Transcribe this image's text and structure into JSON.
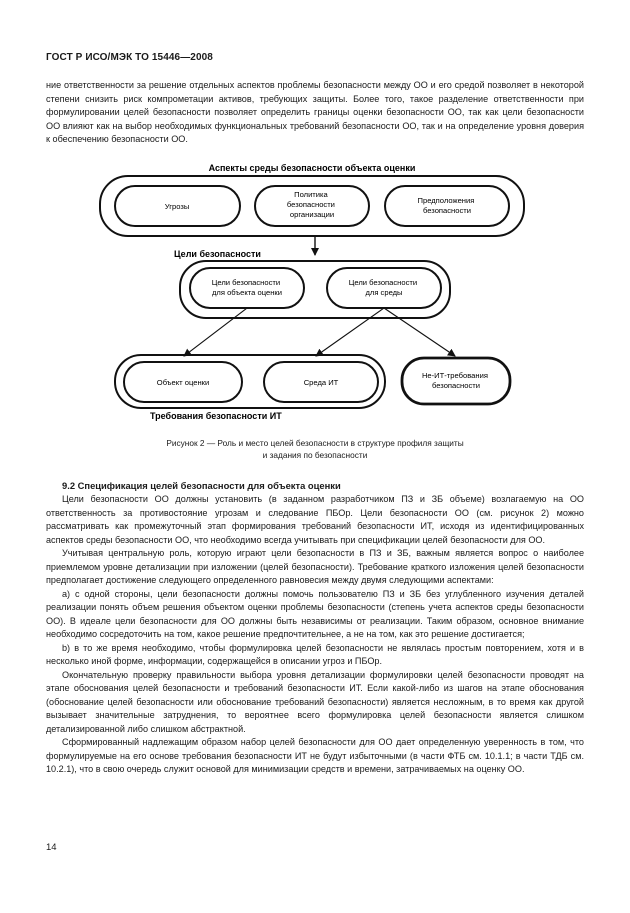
{
  "header": {
    "title": "ГОСТ Р ИСО/МЭК ТО 15446—2008"
  },
  "intro_paragraph": "ние ответственности за решение отдельных аспектов проблемы безопасности между ОО и его средой позволяет в некоторой степени снизить риск компрометации активов, требующих защиты. Более того, такое разделение ответственности при формулировании целей безопасности позволяет определить границы оценки безопасности ОО, так как цели безопасности ОО влияют как на выбор необходимых функциональных требований безопасности ОО, так и на определение уровня доверия к обеспечению безопасности ОО.",
  "diagram": {
    "top_group_label": "Аспекты среды безопасности объекта оценки",
    "top_items": [
      {
        "label": "Угрозы"
      },
      {
        "label": "Политика безопасности организации"
      },
      {
        "label": "Предположения безопасности"
      }
    ],
    "middle_group_label": "Цели безопасности",
    "middle_items": [
      {
        "label": "Цели безопасности для объекта оценки"
      },
      {
        "label": "Цели безопасности для среды"
      }
    ],
    "bottom_items": [
      {
        "label": "Объект оценки"
      },
      {
        "label": "Среда ИТ"
      },
      {
        "label": "Не-ИТ-требования безопасности"
      }
    ],
    "bottom_group_label": "Требования безопасности ИТ"
  },
  "figure_caption_line1": "Рисунок 2 — Роль и место целей безопасности в структуре профиля защиты",
  "figure_caption_line2": "и задания по безопасности",
  "section": {
    "title": "9.2 Спецификация целей безопасности для объекта оценки"
  },
  "paragraphs": [
    "Цели безопасности ОО должны установить (в заданном разработчиком ПЗ и ЗБ объеме) возлагаемую на ОО ответственность за противостояние угрозам и следование ПБОр. Цели безопасности ОО (см. рисунок 2) можно рассматривать как промежуточный этап формирования требований безопасности ИТ, исходя из идентифицированных аспектов среды безопасности ОО, что необходимо всегда учитывать при спецификации целей безопасности для ОО.",
    "Учитывая центральную роль, которую играют цели безопасности в ПЗ и ЗБ, важным является вопрос о наиболее приемлемом уровне детализации при изложении (целей безопасности). Требование краткого изложения целей безопасности предполагает достижение следующего определенного равновесия между двумя следующими аспектами:",
    "а) с одной стороны, цели безопасности должны помочь пользователю ПЗ и ЗБ без углубленного изучения деталей реализации понять объем решения объектом оценки проблемы безопасности (степень учета аспектов среды безопасности ОО). В идеале цели безопасности для ОО должны быть независимы от реализации. Таким образом, основное внимание необходимо сосредоточить на том, какое решение предпочтительнее, а не на том, как это решение достигается;",
    "b) в то же время необходимо, чтобы формулировка целей безопасности не являлась простым повторением, хотя и в несколько иной форме, информации, содержащейся в описании угроз и ПБОр.",
    "Окончательную проверку правильности выбора уровня детализации формулировки целей безопасности проводят на этапе обоснования целей безопасности и требований безопасности ИТ. Если какой-либо из шагов на этапе обоснования (обоснование целей безопасности или обоснование требований безопасности) является несложным, в то время как другой вызывает значительные затруднения, то вероятнее всего формулировка целей безопасности является слишком детализированной либо слишком абстрактной.",
    "Сформированный надлежащим образом набор целей безопасности для ОО дает определенную уверенность в том, что формулируемые на его основе требования безопасности ИТ не будут избыточными (в части ФТБ см. 10.1.1; в части ТДБ см. 10.2.1), что в свою очередь служит основой для минимизации средств и времени, затрачиваемых на оценку ОО."
  ],
  "page_number": "14"
}
